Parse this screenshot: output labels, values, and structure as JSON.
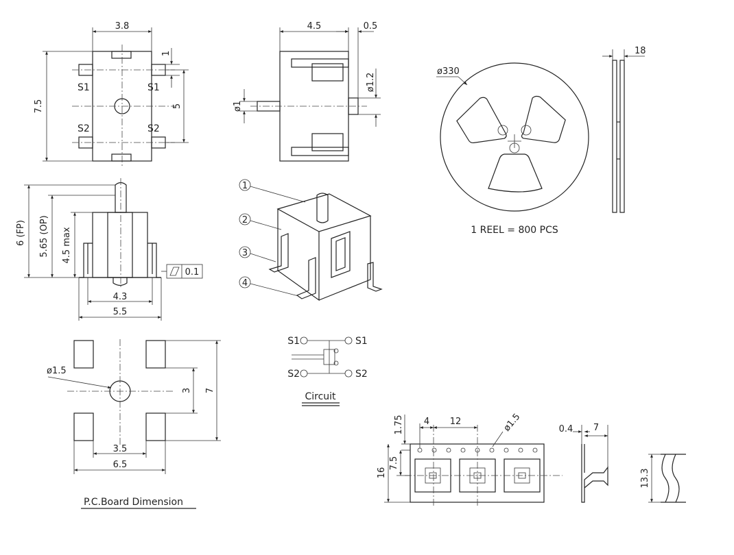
{
  "labels": {
    "s1": "S1",
    "s2": "S2",
    "pcb_title": "P.C.Board Dimension",
    "circuit_title": "Circuit",
    "reel_qty": "1 REEL = 800 PCS"
  },
  "callouts": [
    "1",
    "2",
    "3",
    "4"
  ],
  "dims": {
    "top_view": {
      "width": "3.8",
      "length": "7.5",
      "pitch": "5",
      "pad": "1"
    },
    "side_view": {
      "height": "4.5",
      "offset": "0.5",
      "actuator": "ø1.2",
      "stem": "ø1"
    },
    "front_view": {
      "fp": "6 (FP)",
      "op": "5.65 (OP)",
      "body": "4.5 max",
      "lead": "4.3",
      "span": "5.5",
      "flatness": "0.1"
    },
    "pcb": {
      "hole": "ø1.5",
      "gap": "3",
      "height": "7",
      "inner": "3.5",
      "outer": "6.5"
    },
    "reel": {
      "diameter": "ø330",
      "width": "18"
    },
    "tape": {
      "hole_pitch": "4",
      "pocket_pitch": "12",
      "hole": "ø1.5",
      "edge": "1.75",
      "width": "16",
      "center": "7.5",
      "thickness": "0.4",
      "depth": "7",
      "end_width": "13.3"
    }
  }
}
